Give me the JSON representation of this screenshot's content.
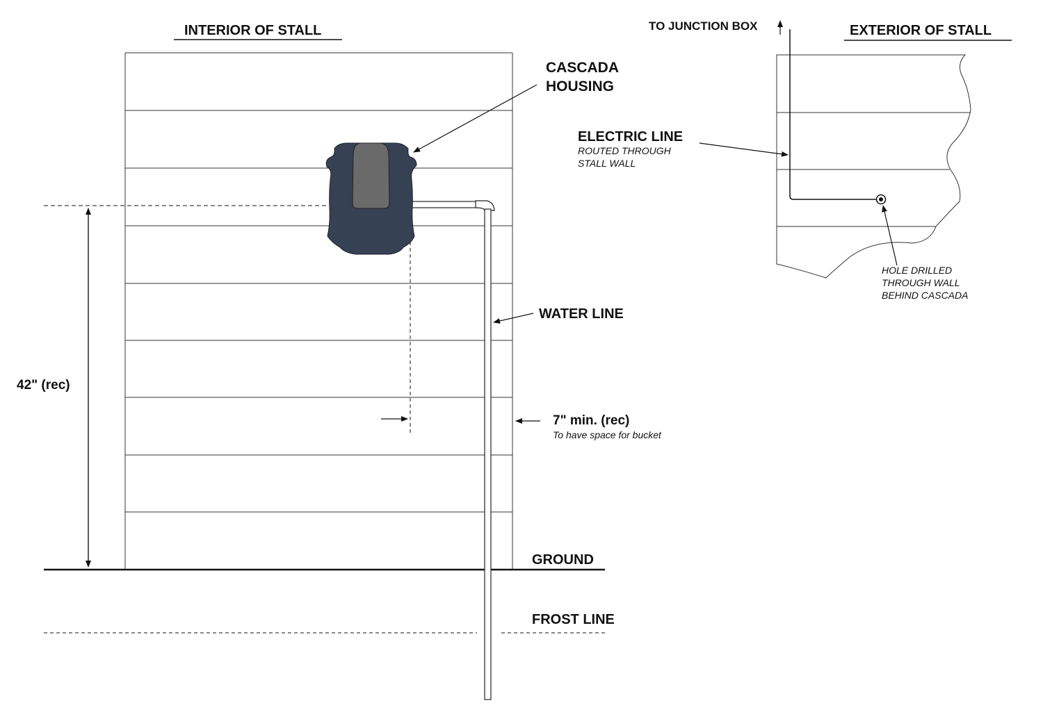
{
  "interior": {
    "title": "INTERIOR OF STALL",
    "cascada_label_line1": "CASCADA",
    "cascada_label_line2": "HOUSING",
    "water_line_label": "WATER LINE",
    "height_label": "42\" (rec)",
    "clearance_label": "7\" min. (rec)",
    "clearance_note": "To have space for bucket",
    "ground_label": "GROUND",
    "frost_label": "FROST LINE"
  },
  "exterior": {
    "title": "EXTERIOR OF STALL",
    "junction_label": "TO JUNCTION BOX",
    "electric_label": "ELECTRIC LINE",
    "electric_note_line1": "ROUTED THROUGH",
    "electric_note_line2": "STALL WALL",
    "hole_note_line1": "HOLE DRILLED",
    "hole_note_line2": "THROUGH WALL",
    "hole_note_line3": "BEHIND CASCADA"
  },
  "colors": {
    "housing": "#364153",
    "housing_window": "#6a6a6a",
    "line": "#111111"
  }
}
